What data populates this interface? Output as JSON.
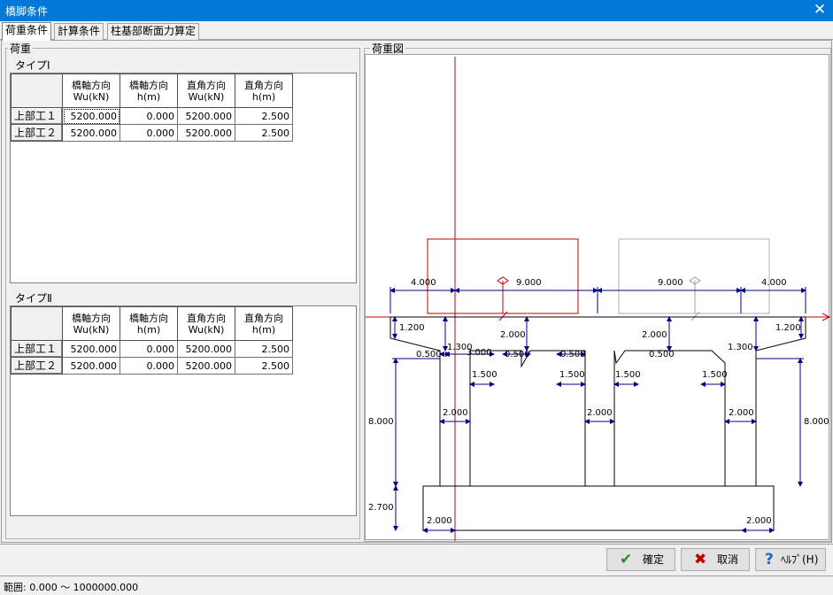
{
  "window": {
    "title": "橋脚条件",
    "close_glyph": "✕"
  },
  "tabs": [
    {
      "label": "荷重条件",
      "active": true
    },
    {
      "label": "計算条件",
      "active": false
    },
    {
      "label": "柱基部断面力算定",
      "active": false
    }
  ],
  "load_group": {
    "label": "荷重",
    "columns": [
      "",
      "橋軸方向\nWu(kN)",
      "橋軸方向\nh(m)",
      "直角方向\nWu(kN)",
      "直角方向\nh(m)"
    ],
    "type1": {
      "label": "タイプⅠ",
      "rows": [
        {
          "name": "上部工１",
          "cells": [
            "5200.000",
            "0.000",
            "5200.000",
            "2.500"
          ]
        },
        {
          "name": "上部工２",
          "cells": [
            "5200.000",
            "0.000",
            "5200.000",
            "2.500"
          ]
        }
      ]
    },
    "type2": {
      "label": "タイプⅡ",
      "rows": [
        {
          "name": "上部工１",
          "cells": [
            "5200.000",
            "0.000",
            "5200.000",
            "2.500"
          ]
        },
        {
          "name": "上部工２",
          "cells": [
            "5200.000",
            "0.000",
            "5200.000",
            "2.500"
          ]
        }
      ]
    }
  },
  "diagram": {
    "label": "荷重図",
    "dims": [
      "4.000",
      "9.000",
      "9.000",
      "4.000",
      "1.200",
      "1.200",
      "1.300",
      "1.300",
      "2.000",
      "2.000",
      "3.000",
      "0.500",
      "0.500",
      "0.500",
      "0.500",
      "1.500",
      "1.500",
      "1.500",
      "1.500",
      "2.000",
      "2.000",
      "2.000",
      "8.000",
      "8.000",
      "2.700",
      "2.000",
      "2.000"
    ],
    "colors": {
      "axis": "#c00000",
      "dim": "#00008b",
      "structure": "#000000",
      "load_box_1": "#cc0000",
      "load_box_2": "#b0b0b0"
    }
  },
  "buttons": {
    "ok": {
      "label": "確定",
      "icon": "check-icon",
      "color": "#2e8b2e"
    },
    "cancel": {
      "label": "取消",
      "icon": "x-icon",
      "color": "#c00000"
    },
    "help": {
      "label": "ﾍﾙﾌﾟ(H)",
      "icon": "question-icon",
      "color": "#1e64c8"
    }
  },
  "status": {
    "text": "範囲: 0.000 ～ 1000000.000"
  }
}
